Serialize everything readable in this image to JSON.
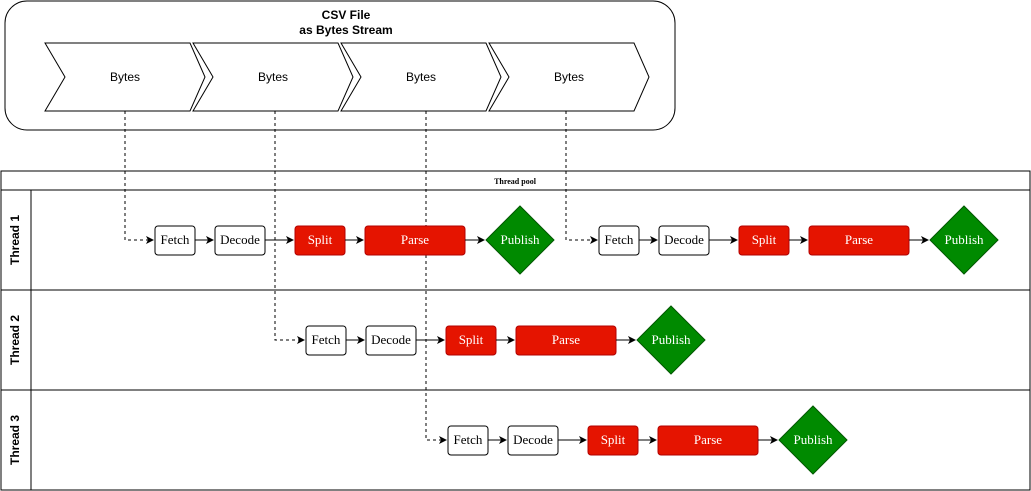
{
  "csv_file": {
    "title_line1": "CSV File",
    "title_line2": "as Bytes Stream",
    "chunks": [
      "Bytes",
      "Bytes",
      "Bytes",
      "Bytes"
    ]
  },
  "pool": {
    "title": "Thread pool",
    "lanes": [
      {
        "label": "Thread 1",
        "pipelines": [
          {
            "fetch": "Fetch",
            "decode": "Decode",
            "split": "Split",
            "parse": "Parse",
            "publish": "Publish"
          },
          {
            "fetch": "Fetch",
            "decode": "Decode",
            "split": "Split",
            "parse": "Parse",
            "publish": "Publish"
          }
        ]
      },
      {
        "label": "Thread 2",
        "pipelines": [
          {
            "fetch": "Fetch",
            "decode": "Decode",
            "split": "Split",
            "parse": "Parse",
            "publish": "Publish"
          }
        ]
      },
      {
        "label": "Thread 3",
        "pipelines": [
          {
            "fetch": "Fetch",
            "decode": "Decode",
            "split": "Split",
            "parse": "Parse",
            "publish": "Publish"
          }
        ]
      }
    ]
  },
  "colors": {
    "red": "#e51400",
    "green": "#008a00",
    "stroke": "#000000"
  }
}
